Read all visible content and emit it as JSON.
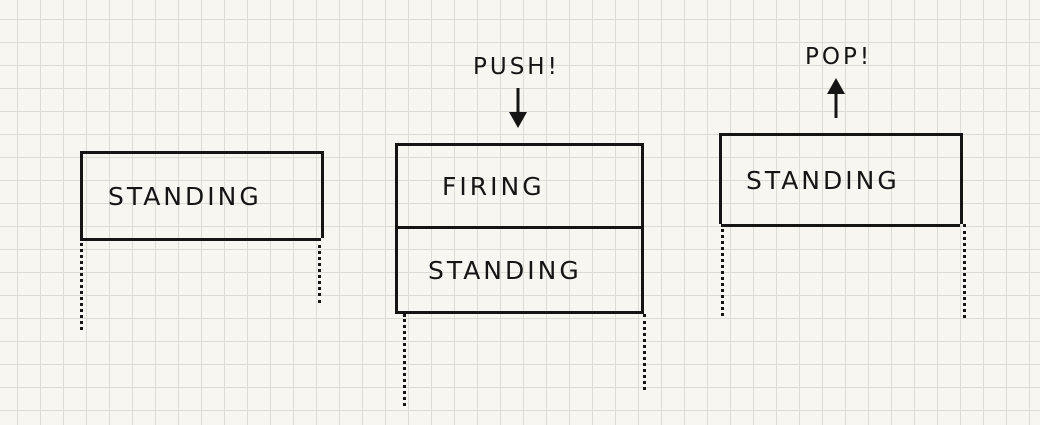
{
  "stacks": [
    {
      "states": [
        "STANDING"
      ]
    },
    {
      "operation": "PUSH!",
      "states": [
        "FIRING",
        "STANDING"
      ]
    },
    {
      "operation": "POP!",
      "states": [
        "STANDING"
      ]
    }
  ],
  "colors": {
    "ink": "#151515",
    "paper": "#f7f6f1",
    "grid": "#dcdcd6"
  },
  "icons": {
    "push": "arrow-down-icon",
    "pop": "arrow-up-icon"
  }
}
